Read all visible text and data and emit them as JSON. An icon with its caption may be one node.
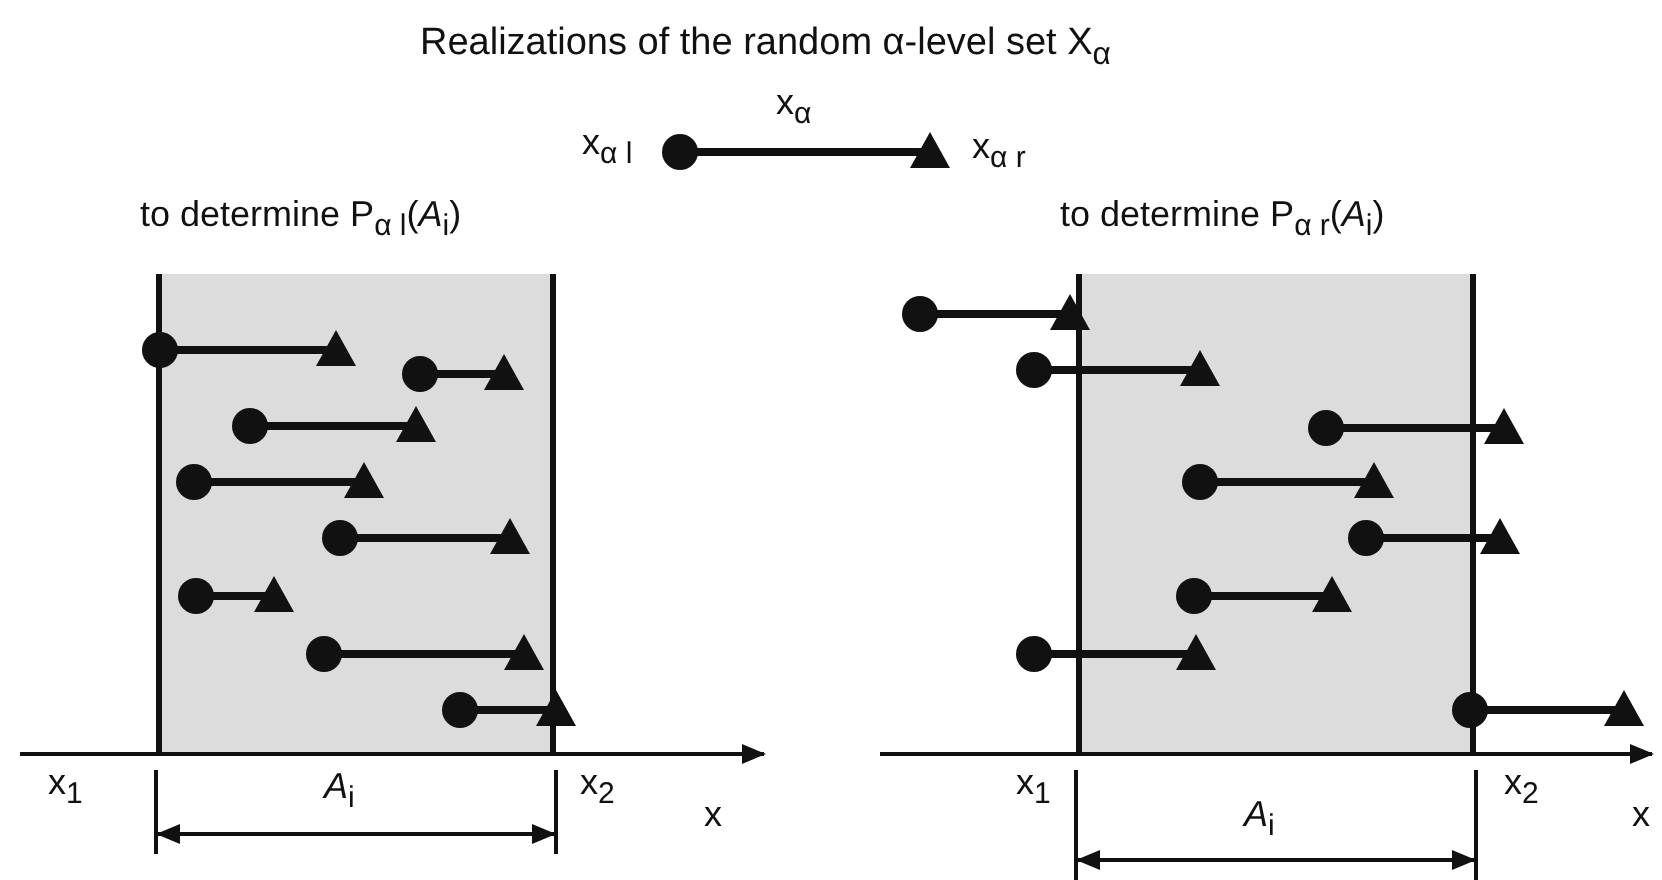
{
  "diagram": {
    "title": "Realizations of the random α-level set X$_{α}$",
    "nodes": [
      {
        "text": [
          "to determine P$_{α l}$(*A*$_{i}$)"
        ]
      },
      {
        "text": [
          "to determine P$_{α r}$(*A*$_{i}$)"
        ]
      }
    ],
    "labels": [
      "x$_{α}$",
      "x$_{α l}$",
      "x$_{α r}$",
      "x$_{1}$",
      "*A*$_{i}$",
      "x$_{2}$",
      "x",
      "x$_{1}$",
      "*A*$_{i}$",
      "x$_{2}$",
      "x"
    ]
  }
}
